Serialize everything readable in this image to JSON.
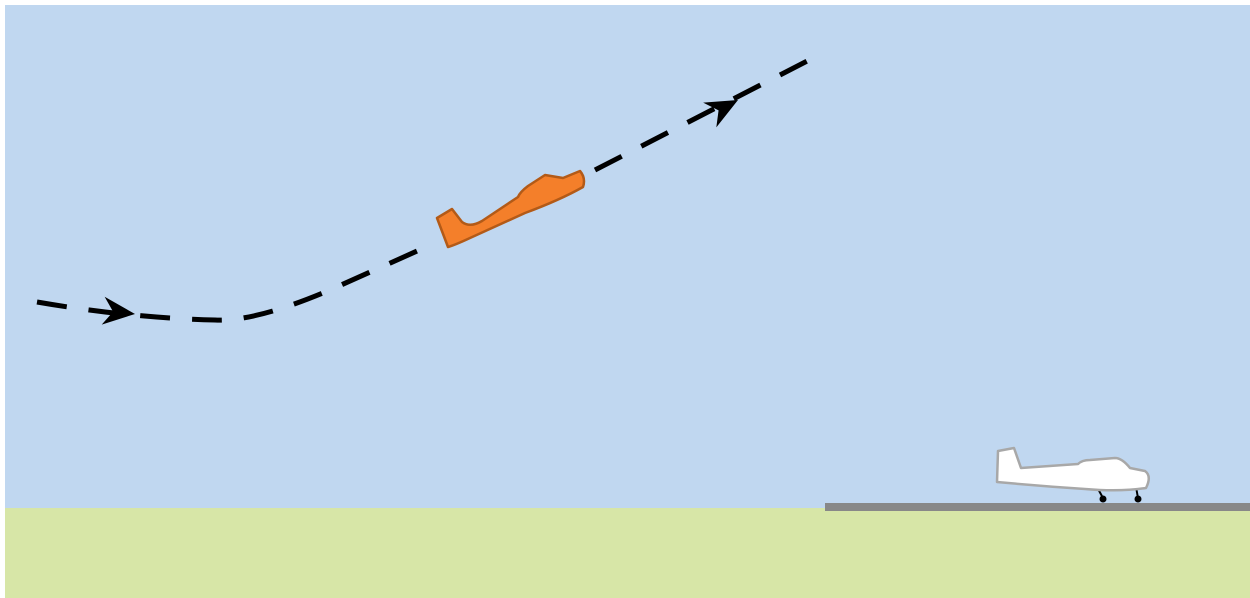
{
  "scene": {
    "colors": {
      "sky": "#c0d7f0",
      "ground": "#d7e6a7",
      "runway": "#888888",
      "path": "#000000",
      "climbing_plane_fill": "#f47f2a",
      "climbing_plane_stroke": "#b35a17",
      "parked_plane_fill": "#ffffff",
      "parked_plane_stroke": "#a8a8a8",
      "background": "#ffffff"
    },
    "flight_path": {
      "style": "dashed",
      "direction_arrows": 2
    },
    "aircraft": [
      {
        "role": "climbing aircraft",
        "icon": "airplane-icon",
        "color": "orange"
      },
      {
        "role": "parked aircraft on runway",
        "icon": "airplane-icon",
        "color": "white"
      }
    ]
  }
}
